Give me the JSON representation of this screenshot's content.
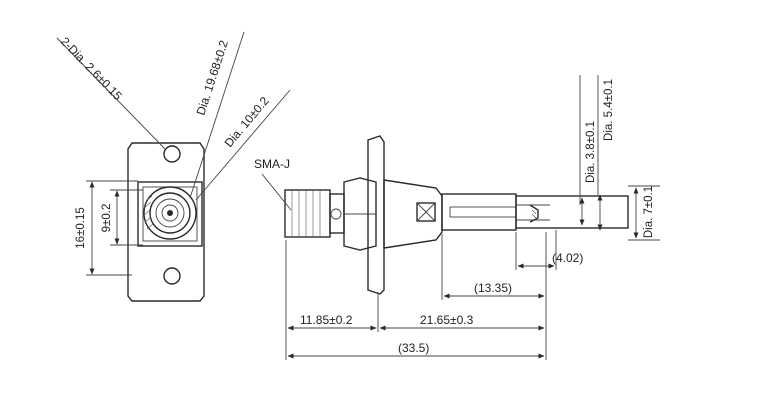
{
  "labels": {
    "holes": "2-Dia. 2.6±0.15",
    "flange_dia": "Dia. 19.68±0.2",
    "body_dia": "Dia. 10±0.2",
    "connector": "SMA-J",
    "height_16": "16±0.15",
    "height_9": "9±0.2",
    "pin_dia_38": "Dia. 3.8±0.1",
    "pin_dia_54": "Dia. 5.4±0.1",
    "dia_7": "Dia. 7±0.1",
    "len_402": "(4.02)",
    "len_1335": "(13.35)",
    "len_1185": "11.85±0.2",
    "len_2165": "21.65±0.3",
    "len_335": "(33.5)"
  }
}
